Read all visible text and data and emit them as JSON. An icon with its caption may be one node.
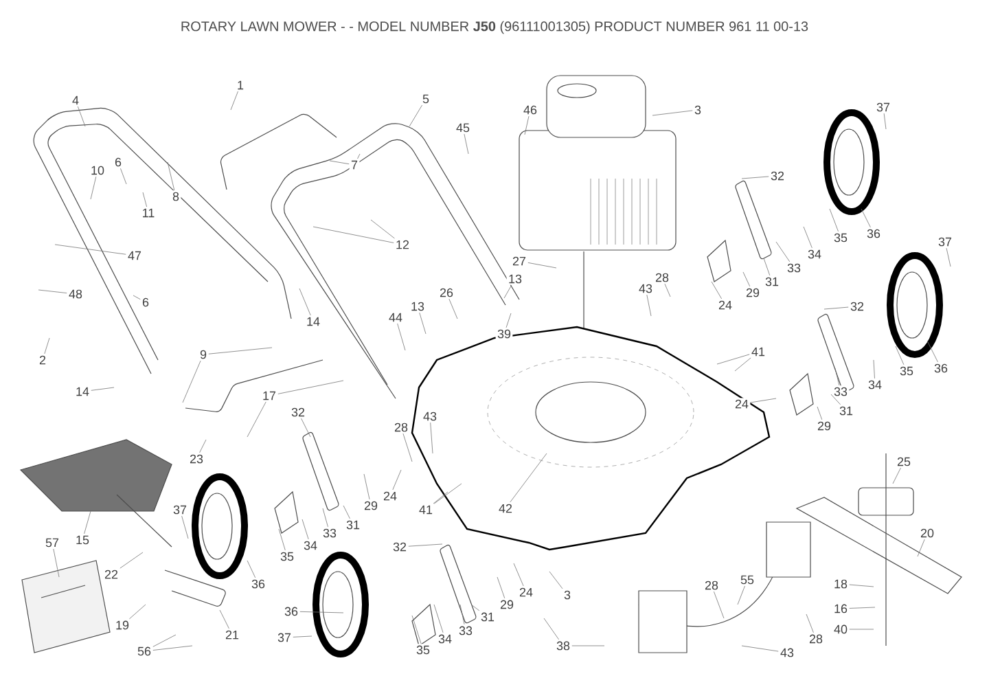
{
  "diagram": {
    "title": "ROTARY LAWN MOWER - - MODEL NUMBER **J50** (96111001305) PRODUCT NUMBER 961 11 00-13",
    "nodes": [
      {
        "text": [
          "4"
        ]
      },
      {
        "text": [
          "1"
        ]
      },
      {
        "text": [
          "5"
        ]
      },
      {
        "text": [
          "46"
        ]
      },
      {
        "text": [
          "3"
        ]
      },
      {
        "text": [
          "37"
        ]
      },
      {
        "text": [
          "45"
        ]
      },
      {
        "text": [
          "10"
        ]
      },
      {
        "text": [
          "6"
        ]
      },
      {
        "text": [
          "8"
        ]
      },
      {
        "text": [
          "11"
        ]
      },
      {
        "text": [
          "7"
        ]
      },
      {
        "text": [
          "32"
        ]
      },
      {
        "text": [
          "35"
        ]
      },
      {
        "text": [
          "36"
        ]
      },
      {
        "text": [
          "34"
        ]
      },
      {
        "text": [
          "33"
        ]
      },
      {
        "text": [
          "12"
        ]
      },
      {
        "text": [
          "47"
        ]
      },
      {
        "text": [
          "27"
        ]
      },
      {
        "text": [
          "29"
        ]
      },
      {
        "text": [
          "31"
        ]
      },
      {
        "text": [
          "37"
        ]
      },
      {
        "text": [
          "13"
        ]
      },
      {
        "text": [
          "26"
        ]
      },
      {
        "text": [
          "28"
        ]
      },
      {
        "text": [
          "43"
        ]
      },
      {
        "text": [
          "24"
        ]
      },
      {
        "text": [
          "32"
        ]
      },
      {
        "text": [
          "48"
        ]
      },
      {
        "text": [
          "6"
        ]
      },
      {
        "text": [
          "13"
        ]
      },
      {
        "text": [
          "44"
        ]
      },
      {
        "text": [
          "39"
        ]
      },
      {
        "text": [
          "41"
        ]
      },
      {
        "text": [
          "14"
        ]
      },
      {
        "text": [
          "2"
        ]
      },
      {
        "text": [
          "9"
        ]
      },
      {
        "text": [
          "36"
        ]
      },
      {
        "text": [
          "35"
        ]
      },
      {
        "text": [
          "34"
        ]
      },
      {
        "text": [
          "33"
        ]
      },
      {
        "text": [
          "14"
        ]
      },
      {
        "text": [
          "17"
        ]
      },
      {
        "text": [
          "24"
        ]
      },
      {
        "text": [
          "31"
        ]
      },
      {
        "text": [
          "29"
        ]
      },
      {
        "text": [
          "32"
        ]
      },
      {
        "text": [
          "43"
        ]
      },
      {
        "text": [
          "28"
        ]
      },
      {
        "text": [
          "23"
        ]
      },
      {
        "text": [
          "25"
        ]
      },
      {
        "text": [
          "24"
        ]
      },
      {
        "text": [
          "29"
        ]
      },
      {
        "text": [
          "31"
        ]
      },
      {
        "text": [
          "41"
        ]
      },
      {
        "text": [
          "42"
        ]
      },
      {
        "text": [
          "37"
        ]
      },
      {
        "text": [
          "15"
        ]
      },
      {
        "text": [
          "33"
        ]
      },
      {
        "text": [
          "34"
        ]
      },
      {
        "text": [
          "35"
        ]
      },
      {
        "text": [
          "36"
        ]
      },
      {
        "text": [
          "57"
        ]
      },
      {
        "text": [
          "32"
        ]
      },
      {
        "text": [
          "20"
        ]
      },
      {
        "text": [
          "22"
        ]
      },
      {
        "text": [
          "18"
        ]
      },
      {
        "text": [
          "3"
        ]
      },
      {
        "text": [
          "24"
        ]
      },
      {
        "text": [
          "29"
        ]
      },
      {
        "text": [
          "31"
        ]
      },
      {
        "text": [
          "55"
        ]
      },
      {
        "text": [
          "28"
        ]
      },
      {
        "text": [
          "19"
        ]
      },
      {
        "text": [
          "21"
        ]
      },
      {
        "text": [
          "36"
        ]
      },
      {
        "text": [
          "16"
        ]
      },
      {
        "text": [
          "28"
        ]
      },
      {
        "text": [
          "33"
        ]
      },
      {
        "text": [
          "34"
        ]
      },
      {
        "text": [
          "35"
        ]
      },
      {
        "text": [
          "37"
        ]
      },
      {
        "text": [
          "40"
        ]
      },
      {
        "text": [
          "38"
        ]
      },
      {
        "text": [
          "43"
        ]
      },
      {
        "text": [
          "56"
        ]
      }
    ],
    "edges": [
      {
        "from": 0,
        "to": null,
        "arrow": "none"
      },
      {
        "from": 1,
        "to": null,
        "arrow": "none"
      },
      {
        "from": 2,
        "to": null,
        "arrow": "none"
      },
      {
        "from": 3,
        "to": null,
        "arrow": "none"
      },
      {
        "from": 4,
        "to": null,
        "arrow": "none"
      },
      {
        "from": 5,
        "to": null,
        "arrow": "none"
      },
      {
        "from": 6,
        "to": null,
        "arrow": "none"
      },
      {
        "from": 7,
        "to": null,
        "arrow": "none"
      },
      {
        "from": 8,
        "to": null,
        "arrow": "none"
      },
      {
        "from": 9,
        "to": null,
        "arrow": "none"
      },
      {
        "from": 10,
        "to": null,
        "arrow": "none"
      },
      {
        "from": 11,
        "to": null,
        "arrow": "none"
      },
      {
        "from": 11,
        "to": null,
        "arrow": "none"
      },
      {
        "from": 12,
        "to": null,
        "arrow": "none"
      },
      {
        "from": 13,
        "to": null,
        "arrow": "none"
      },
      {
        "from": 14,
        "to": null,
        "arrow": "none"
      },
      {
        "from": 15,
        "to": null,
        "arrow": "none"
      },
      {
        "from": 16,
        "to": null,
        "arrow": "none"
      },
      {
        "from": 17,
        "to": null,
        "arrow": "none"
      },
      {
        "from": 17,
        "to": null,
        "arrow": "none"
      },
      {
        "from": 18,
        "to": null,
        "arrow": "none"
      },
      {
        "from": 19,
        "to": null,
        "arrow": "none"
      },
      {
        "from": 20,
        "to": null,
        "arrow": "none"
      },
      {
        "from": 21,
        "to": null,
        "arrow": "none"
      },
      {
        "from": 22,
        "to": null,
        "arrow": "none"
      },
      {
        "from": 23,
        "to": null,
        "arrow": "none"
      },
      {
        "from": 24,
        "to": null,
        "arrow": "none"
      },
      {
        "from": 25,
        "to": null,
        "arrow": "none"
      },
      {
        "from": 26,
        "to": null,
        "arrow": "none"
      },
      {
        "from": 27,
        "to": null,
        "arrow": "none"
      },
      {
        "from": 28,
        "to": null,
        "arrow": "none"
      },
      {
        "from": 29,
        "to": null,
        "arrow": "none"
      },
      {
        "from": 30,
        "to": null,
        "arrow": "none"
      },
      {
        "from": 31,
        "to": null,
        "arrow": "none"
      },
      {
        "from": 32,
        "to": null,
        "arrow": "none"
      },
      {
        "from": 33,
        "to": null,
        "arrow": "none"
      },
      {
        "from": 34,
        "to": null,
        "arrow": "none"
      },
      {
        "from": 34,
        "to": null,
        "arrow": "none"
      },
      {
        "from": 35,
        "to": null,
        "arrow": "none"
      },
      {
        "from": 36,
        "to": null,
        "arrow": "none"
      },
      {
        "from": 37,
        "to": null,
        "arrow": "none"
      },
      {
        "from": 37,
        "to": null,
        "arrow": "none"
      },
      {
        "from": 38,
        "to": null,
        "arrow": "none"
      },
      {
        "from": 39,
        "to": null,
        "arrow": "none"
      },
      {
        "from": 40,
        "to": null,
        "arrow": "none"
      },
      {
        "from": 41,
        "to": null,
        "arrow": "none"
      },
      {
        "from": 42,
        "to": null,
        "arrow": "none"
      },
      {
        "from": 43,
        "to": null,
        "arrow": "none"
      },
      {
        "from": 43,
        "to": null,
        "arrow": "none"
      },
      {
        "from": 44,
        "to": null,
        "arrow": "none"
      },
      {
        "from": 45,
        "to": null,
        "arrow": "none"
      },
      {
        "from": 46,
        "to": null,
        "arrow": "none"
      },
      {
        "from": 47,
        "to": null,
        "arrow": "none"
      },
      {
        "from": 48,
        "to": null,
        "arrow": "none"
      },
      {
        "from": 49,
        "to": null,
        "arrow": "none"
      },
      {
        "from": 50,
        "to": null,
        "arrow": "none"
      },
      {
        "from": 51,
        "to": null,
        "arrow": "none"
      },
      {
        "from": 52,
        "to": null,
        "arrow": "none"
      },
      {
        "from": 53,
        "to": null,
        "arrow": "none"
      },
      {
        "from": 54,
        "to": null,
        "arrow": "none"
      },
      {
        "from": 55,
        "to": null,
        "arrow": "none"
      },
      {
        "from": 55,
        "to": null,
        "arrow": "none"
      },
      {
        "from": 56,
        "to": null,
        "arrow": "none"
      },
      {
        "from": 57,
        "to": null,
        "arrow": "none"
      },
      {
        "from": 58,
        "to": null,
        "arrow": "none"
      },
      {
        "from": 59,
        "to": null,
        "arrow": "none"
      },
      {
        "from": 60,
        "to": null,
        "arrow": "none"
      },
      {
        "from": 61,
        "to": null,
        "arrow": "none"
      },
      {
        "from": 62,
        "to": null,
        "arrow": "none"
      },
      {
        "from": 63,
        "to": null,
        "arrow": "none"
      },
      {
        "from": 64,
        "to": null,
        "arrow": "none"
      },
      {
        "from": 65,
        "to": null,
        "arrow": "none"
      },
      {
        "from": 66,
        "to": null,
        "arrow": "none"
      },
      {
        "from": 67,
        "to": null,
        "arrow": "none"
      },
      {
        "from": 68,
        "to": null,
        "arrow": "none"
      },
      {
        "from": 69,
        "to": null,
        "arrow": "none"
      },
      {
        "from": 70,
        "to": null,
        "arrow": "none"
      },
      {
        "from": 71,
        "to": null,
        "arrow": "none"
      },
      {
        "from": 72,
        "to": null,
        "arrow": "none"
      },
      {
        "from": 73,
        "to": null,
        "arrow": "none"
      },
      {
        "from": 74,
        "to": null,
        "arrow": "none"
      },
      {
        "from": 75,
        "to": null,
        "arrow": "none"
      },
      {
        "from": 76,
        "to": null,
        "arrow": "none"
      },
      {
        "from": 77,
        "to": null,
        "arrow": "none"
      },
      {
        "from": 78,
        "to": null,
        "arrow": "none"
      },
      {
        "from": 79,
        "to": null,
        "arrow": "none"
      },
      {
        "from": 80,
        "to": null,
        "arrow": "none"
      },
      {
        "from": 81,
        "to": null,
        "arrow": "none"
      },
      {
        "from": 82,
        "to": null,
        "arrow": "none"
      },
      {
        "from": 83,
        "to": null,
        "arrow": "none"
      },
      {
        "from": 84,
        "to": null,
        "arrow": "none"
      },
      {
        "from": 84,
        "to": null,
        "arrow": "none"
      },
      {
        "from": 85,
        "to": null,
        "arrow": "none"
      },
      {
        "from": 86,
        "to": null,
        "arrow": "none"
      },
      {
        "from": 86,
        "to": null,
        "arrow": "none"
      }
    ]
  }
}
